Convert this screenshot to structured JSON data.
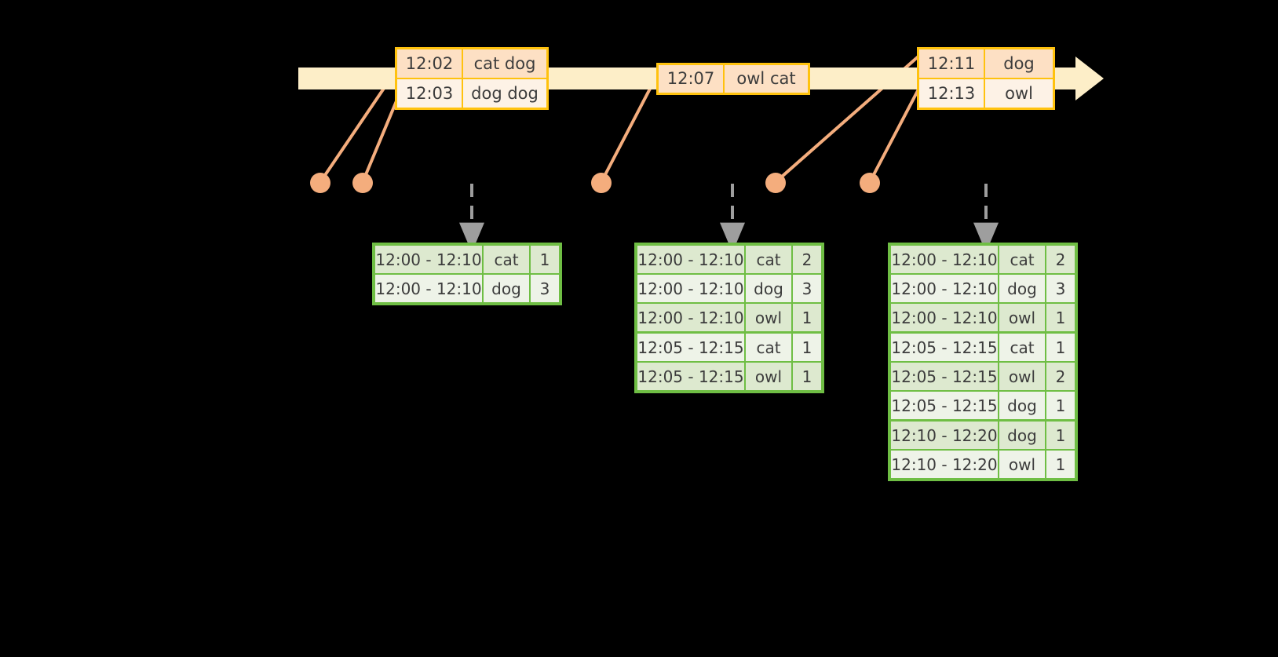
{
  "theme": {
    "background": "#000000",
    "timeline_fill": "#fdeec8",
    "event_border": "#ffc20e",
    "event_shade": "#fde0c4",
    "event_light": "#fdf2e6",
    "dot_color": "#f4ad7d",
    "connector_color": "#f4ad7d",
    "table_border": "#6fbe44",
    "table_shade": "#dde9cf",
    "table_light": "#eef3e8",
    "arrow_color": "#9e9e9e",
    "text_color": "#3c3c3c"
  },
  "timeline": {
    "name": "event-stream-timeline",
    "events": [
      {
        "id": "event-group-1",
        "rows": [
          {
            "time": "12:02",
            "payload": "cat dog"
          },
          {
            "time": "12:03",
            "payload": "dog dog"
          }
        ]
      },
      {
        "id": "event-group-2",
        "rows": [
          {
            "time": "12:07",
            "payload": "owl cat"
          }
        ]
      },
      {
        "id": "event-group-3",
        "rows": [
          {
            "time": "12:11",
            "payload": "dog"
          },
          {
            "time": "12:13",
            "payload": "owl"
          }
        ]
      }
    ]
  },
  "dots": [
    {
      "id": "dot-1202-cat"
    },
    {
      "id": "dot-1203-dog"
    },
    {
      "id": "dot-1207-owl"
    },
    {
      "id": "dot-1211-dog"
    },
    {
      "id": "dot-1213-owl"
    }
  ],
  "tables": [
    {
      "id": "result-table-1",
      "groups": [
        {
          "rows": [
            {
              "window": "12:00 - 12:10",
              "key": "cat",
              "count": "1"
            },
            {
              "window": "12:00 - 12:10",
              "key": "dog",
              "count": "3"
            }
          ]
        }
      ]
    },
    {
      "id": "result-table-2",
      "groups": [
        {
          "rows": [
            {
              "window": "12:00 - 12:10",
              "key": "cat",
              "count": "2"
            },
            {
              "window": "12:00 - 12:10",
              "key": "dog",
              "count": "3"
            },
            {
              "window": "12:00 - 12:10",
              "key": "owl",
              "count": "1"
            }
          ]
        },
        {
          "rows": [
            {
              "window": "12:05 - 12:15",
              "key": "cat",
              "count": "1"
            },
            {
              "window": "12:05 - 12:15",
              "key": "owl",
              "count": "1"
            }
          ]
        }
      ]
    },
    {
      "id": "result-table-3",
      "groups": [
        {
          "rows": [
            {
              "window": "12:00 - 12:10",
              "key": "cat",
              "count": "2"
            },
            {
              "window": "12:00 - 12:10",
              "key": "dog",
              "count": "3"
            },
            {
              "window": "12:00 - 12:10",
              "key": "owl",
              "count": "1"
            }
          ]
        },
        {
          "rows": [
            {
              "window": "12:05 - 12:15",
              "key": "cat",
              "count": "1"
            },
            {
              "window": "12:05 - 12:15",
              "key": "owl",
              "count": "2"
            },
            {
              "window": "12:05 - 12:15",
              "key": "dog",
              "count": "1"
            }
          ]
        },
        {
          "rows": [
            {
              "window": "12:10 - 12:20",
              "key": "dog",
              "count": "1"
            },
            {
              "window": "12:10 - 12:20",
              "key": "owl",
              "count": "1"
            }
          ]
        }
      ]
    }
  ]
}
